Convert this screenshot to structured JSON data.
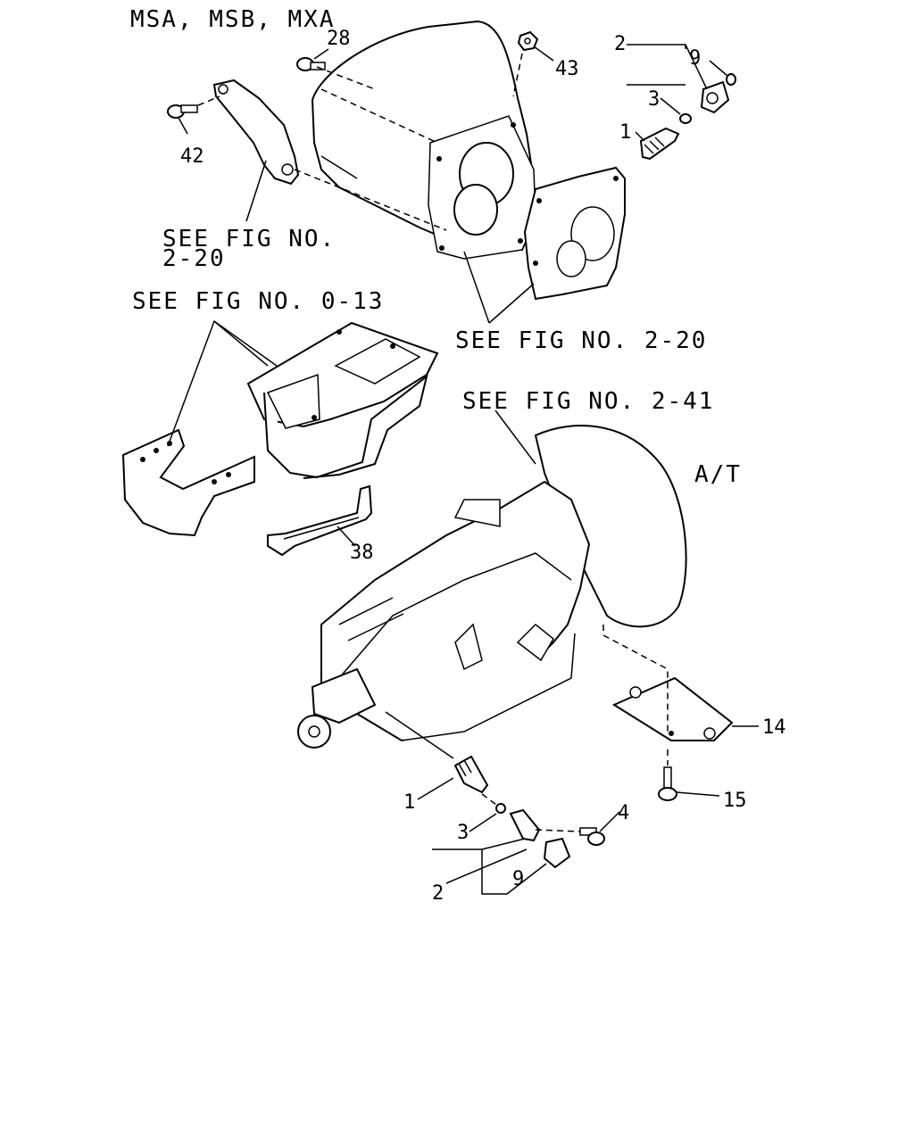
{
  "variant_title": "MSA, MSB, MXA",
  "at_title": "A/T",
  "references": {
    "fig_2_20_a": [
      "SEE FIG NO.",
      "2-20"
    ],
    "fig_0_13": "SEE FIG NO. 0-13",
    "fig_2_20_b": "SEE FIG NO. 2-20",
    "fig_2_41": "SEE FIG NO. 2-41"
  },
  "callouts": {
    "c28": "28",
    "c43": "43",
    "c42": "42",
    "c2_top": "2",
    "c9_top": "9",
    "c3_top": "3",
    "c1_top": "1",
    "c38": "38",
    "c14": "14",
    "c15": "15",
    "c1_bot": "1",
    "c3_bot": "3",
    "c4": "4",
    "c2_bot": "2",
    "c9_bot": "9"
  },
  "ink_color": "#000000",
  "paper_color": "#ffffff"
}
